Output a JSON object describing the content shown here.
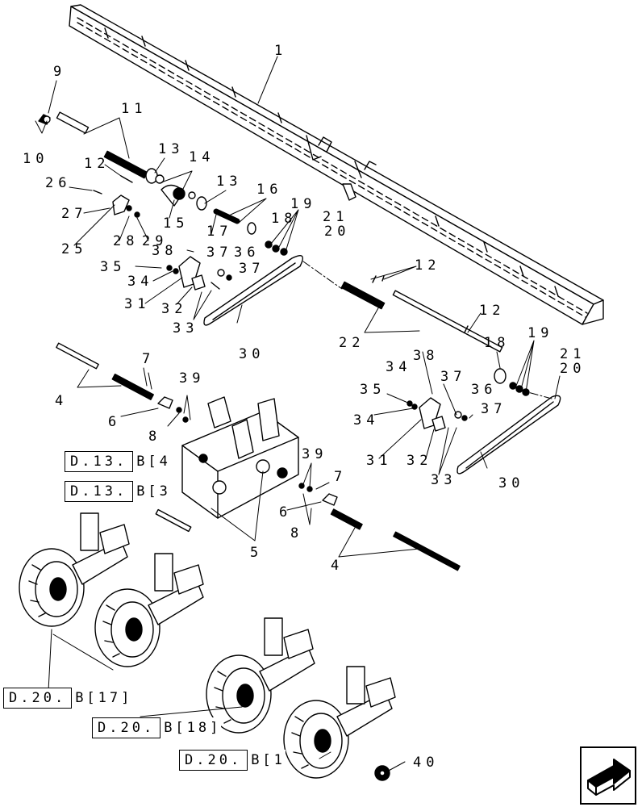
{
  "callouts": {
    "n1": "1",
    "n4a": "4",
    "n4b": "4",
    "n5": "5",
    "n6a": "6",
    "n6b": "6",
    "n7a": "7",
    "n7b": "7",
    "n8a": "8",
    "n8b": "8",
    "n9": "9",
    "n10": "10",
    "n11": "11",
    "n12a": "12",
    "n12b": "12",
    "n12c": "12",
    "n13a": "13",
    "n13b": "13",
    "n14": "14",
    "n15": "15",
    "n16": "16",
    "n17": "17",
    "n18a": "18",
    "n18b": "18",
    "n19a": "19",
    "n19b": "19",
    "n20a": "20",
    "n20b": "20",
    "n21a": "21",
    "n21b": "21",
    "n22": "22",
    "n25": "25",
    "n26": "26",
    "n27": "27",
    "n28": "28",
    "n29": "29",
    "n30a": "30",
    "n30b": "30",
    "n31a": "31",
    "n31b": "31",
    "n32a": "32",
    "n32b": "32",
    "n33a": "33",
    "n33b": "33",
    "n34a": "34",
    "n34b": "34",
    "n34c": "34",
    "n35a": "35",
    "n35b": "35",
    "n36a": "36",
    "n36b": "36",
    "n37a": "37",
    "n37b": "37",
    "n37c": "37",
    "n37d": "37",
    "n38a": "38",
    "n38b": "38",
    "n39a": "39",
    "n39b": "39",
    "n40": "40"
  },
  "references": [
    {
      "section": "D.13.",
      "rest": "B[4"
    },
    {
      "section": "D.13.",
      "rest": "B[3"
    },
    {
      "section": "D.20.",
      "rest": "B[17]"
    },
    {
      "section": "D.20.",
      "rest": "B[18]"
    },
    {
      "section": "D.20.",
      "rest": "B[1"
    }
  ],
  "navigation": {
    "icon": "next-page-arrow-icon"
  }
}
